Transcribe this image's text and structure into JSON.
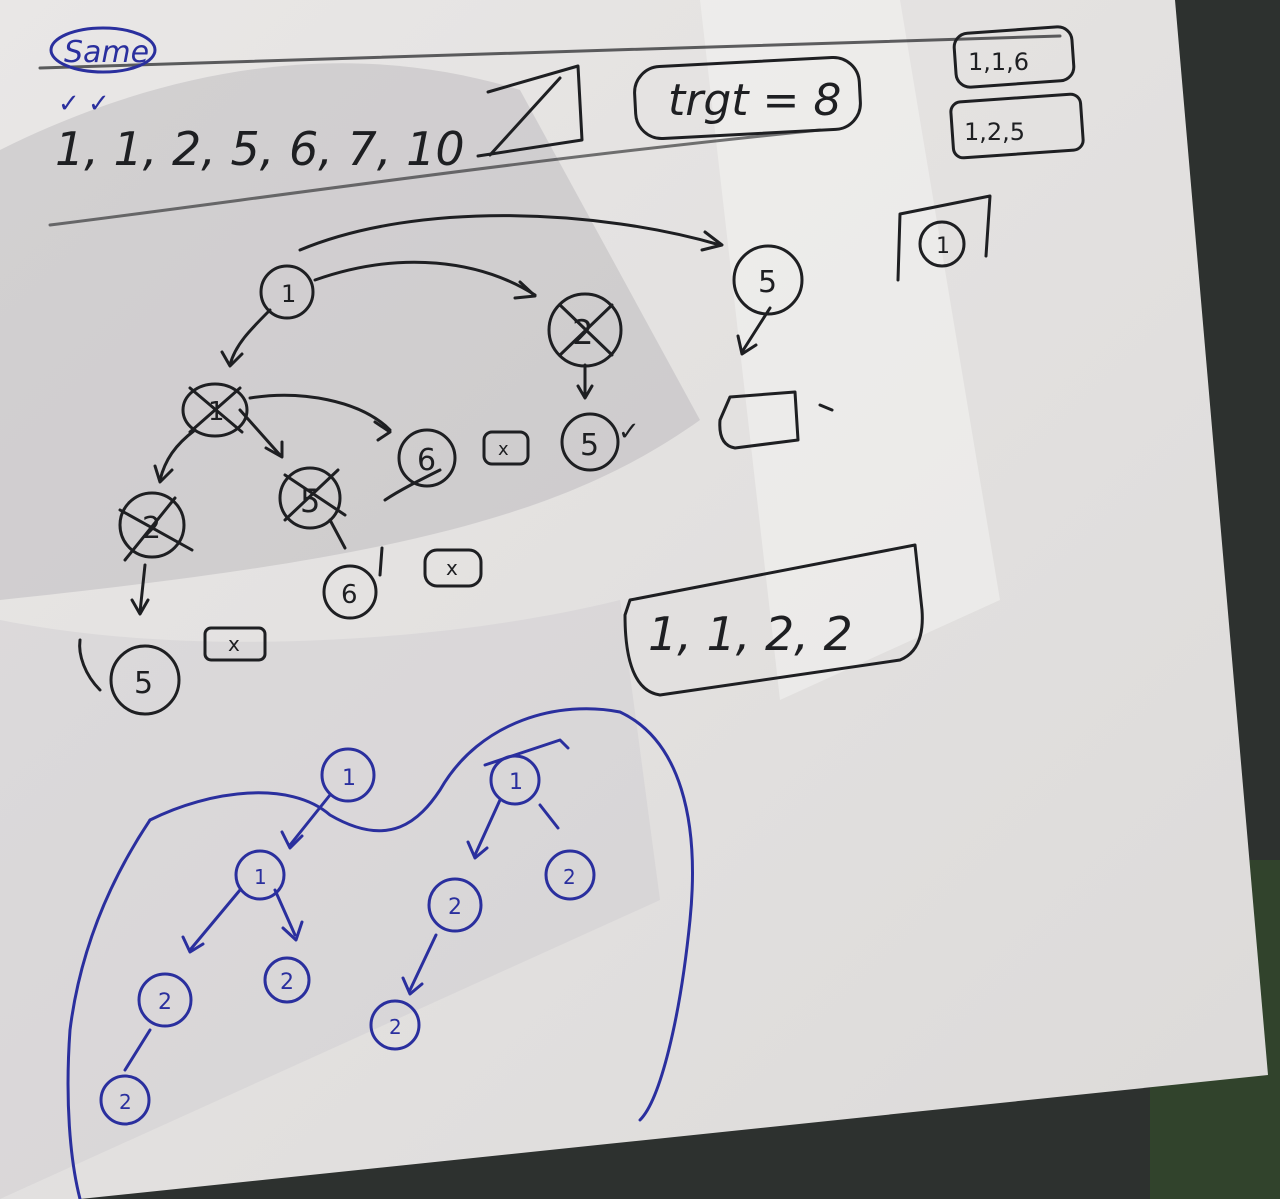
{
  "header": {
    "same_label": "Same",
    "checks": "✓ ✓",
    "sequence": "1, 1, 2, 5, 6, 7, 10",
    "target": "trgt = 8"
  },
  "results": {
    "combo_1": "1,1,6",
    "combo_2": "1,2,5",
    "single": "1",
    "bottom_box": "1, 1,  2, 2"
  },
  "black_tree": {
    "root": "1",
    "n_cross_1": "1",
    "n_cross_2": "2",
    "n_cross_5": "5",
    "n_2_top": "2",
    "n_5_top": "5",
    "n_6_a": "6",
    "n_6_b": "6",
    "n_5_mid": "5",
    "n_5_low": "5",
    "x_mark": "x",
    "check": "✓"
  },
  "blue_tree": {
    "a_root": "1",
    "a_child": "1",
    "a_left": "2",
    "a_right": "2",
    "a_leaf": "2",
    "b_root": "1",
    "b_left": "2",
    "b_right": "2",
    "b_leaf": "2"
  }
}
